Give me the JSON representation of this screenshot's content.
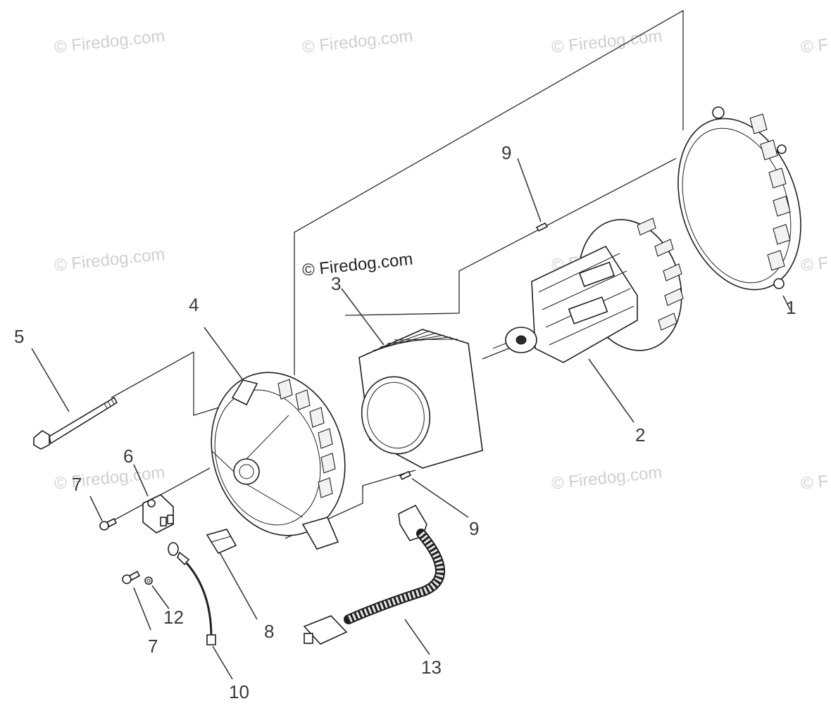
{
  "watermark": {
    "text": "© Firedog.com",
    "edge_text": "© F",
    "main_text": "© Firedog.com"
  },
  "callouts": {
    "c1": "1",
    "c2": "2",
    "c3": "3",
    "c4": "4",
    "c5": "5",
    "c6": "6",
    "c7a": "7",
    "c7b": "7",
    "c8": "8",
    "c9a": "9",
    "c9b": "9",
    "c10": "10",
    "c12": "12",
    "c13": "13"
  },
  "colors": {
    "line": "#1f1f1f",
    "watermark": "#cfcfcf",
    "background": "#ffffff"
  }
}
